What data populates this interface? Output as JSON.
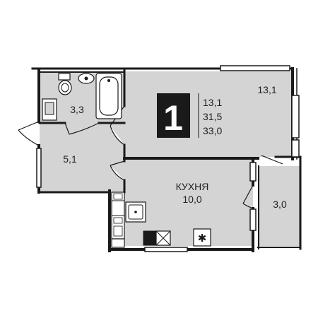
{
  "colors": {
    "room_fill": "#d4d4d4",
    "wall": "#1a1a1a",
    "background": "#ffffff",
    "badge": "#1a1a1a"
  },
  "badge": {
    "rooms_count": "1",
    "areas": [
      "13,1",
      "31,5",
      "33,0"
    ]
  },
  "rooms": {
    "bathroom": {
      "area": "3,3"
    },
    "hallway": {
      "area": "5,1"
    },
    "living": {
      "area": "13,1"
    },
    "kitchen": {
      "name": "КУХНЯ",
      "area": "10,0"
    },
    "balcony": {
      "area": "3,0"
    }
  },
  "icons": [
    "toilet-icon",
    "sink-icon",
    "bathtub-icon",
    "washing-machine-icon",
    "kitchen-sink-icon",
    "stove-icon",
    "cabinet-icon",
    "fridge-icon"
  ]
}
